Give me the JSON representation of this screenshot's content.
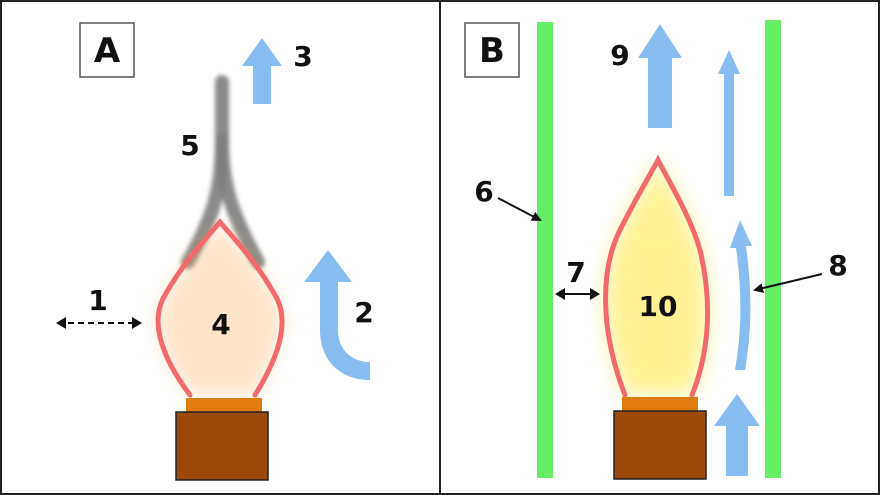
{
  "panel_a": {
    "label": "A",
    "callouts": {
      "c1": "1",
      "c2": "2",
      "c3": "3",
      "c4": "4",
      "c5": "5"
    }
  },
  "panel_b": {
    "label": "B",
    "callouts": {
      "c6": "6",
      "c7": "7",
      "c8": "8",
      "c9": "9",
      "c10": "10"
    }
  },
  "colors": {
    "flame_outline": "#f26a6a",
    "flame_glow_a": "#ffb36b",
    "flame_glow_b": "#ffe94d",
    "smoke": "#7d7d7d",
    "airflow": "#88bdf2",
    "wall": "#66ee66",
    "candle_body": "#9b4a0c",
    "candle_top": "#e07b10",
    "border": "#222222"
  }
}
